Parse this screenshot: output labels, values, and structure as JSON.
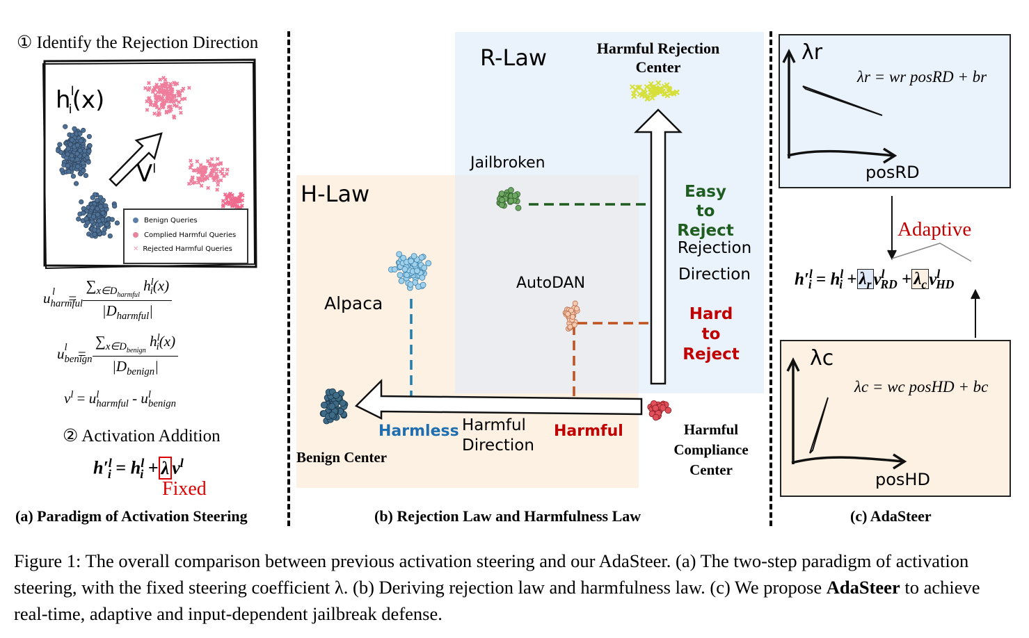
{
  "panel_a": {
    "step1": "① Identify the Rejection Direction",
    "h_label": "h",
    "h_sub": "i",
    "h_sup": "l",
    "h_arg": "(x)",
    "v_label": "V",
    "v_sup": "l",
    "legend": [
      {
        "label": "Benign Queries",
        "color": "#5b7fa6"
      },
      {
        "label": "Complied Harmful Queries",
        "color": "#e9849c"
      },
      {
        "label": "Rejected Harmful Queries",
        "color": "#f0a0b4"
      }
    ],
    "eq_harmful_lhs": "u",
    "eq_harmful_lhs_sub": "harmful",
    "eq_harmful_num": "∑x∈Dharmful hli(x)",
    "eq_harmful_den": "|Dharmful|",
    "eq_benign_lhs_sub": "benign",
    "eq_benign_den": "|Dbenign|",
    "eq_v": "v = u - u",
    "step2": "② Activation Addition",
    "fixed_label": "Fixed",
    "panel_label": "(a) Paradigm of Activation Steering"
  },
  "panel_b": {
    "r_law": "R-Law",
    "h_law": "H-Law",
    "harmful_rejection_center": "Harmful Rejection Center",
    "jailbroken": "Jailbroken",
    "alpaca": "Alpaca",
    "autodan": "AutoDAN",
    "easy_to_reject": "Easy to Reject",
    "rejection_direction": "Rejection Direction",
    "hard_to_reject": "Hard to Reject",
    "harmless": "Harmless",
    "harmful_direction": "Harmful Direction",
    "harmful": "Harmful",
    "benign_center": "Benign Center",
    "harmful_compliance_center": "Harmful Compliance Center",
    "panel_label": "(b) Rejection Law and Harmfulness Law",
    "colors": {
      "r_bg": "#eaf2fc",
      "h_bg": "#fdf1e4",
      "overlap_bg": "#ebedf1",
      "green": "#1f5c1f",
      "red": "#c00000",
      "blue": "#1f6fb0"
    }
  },
  "panel_c": {
    "lambda_r": "λr",
    "eq_r": "λr = wr posRD + br",
    "pos_rd": "posRD",
    "adaptive": "Adaptive",
    "lambda_c": "λc",
    "eq_c": "λc = wc posHD + bc",
    "pos_hd": "posHD",
    "panel_label": "(c) AdaSteer"
  },
  "caption": {
    "part1": "Figure 1: The overall comparison between previous activation steering and our AdaSteer. (a) The two-step paradigm of activation steering, with the fixed steering coefficient λ. (b) Deriving rejection law and harmfulness law. (c) We propose ",
    "bold": "AdaSteer",
    "part2": " to achieve real-time, adaptive and input-dependent jailbreak defense."
  }
}
